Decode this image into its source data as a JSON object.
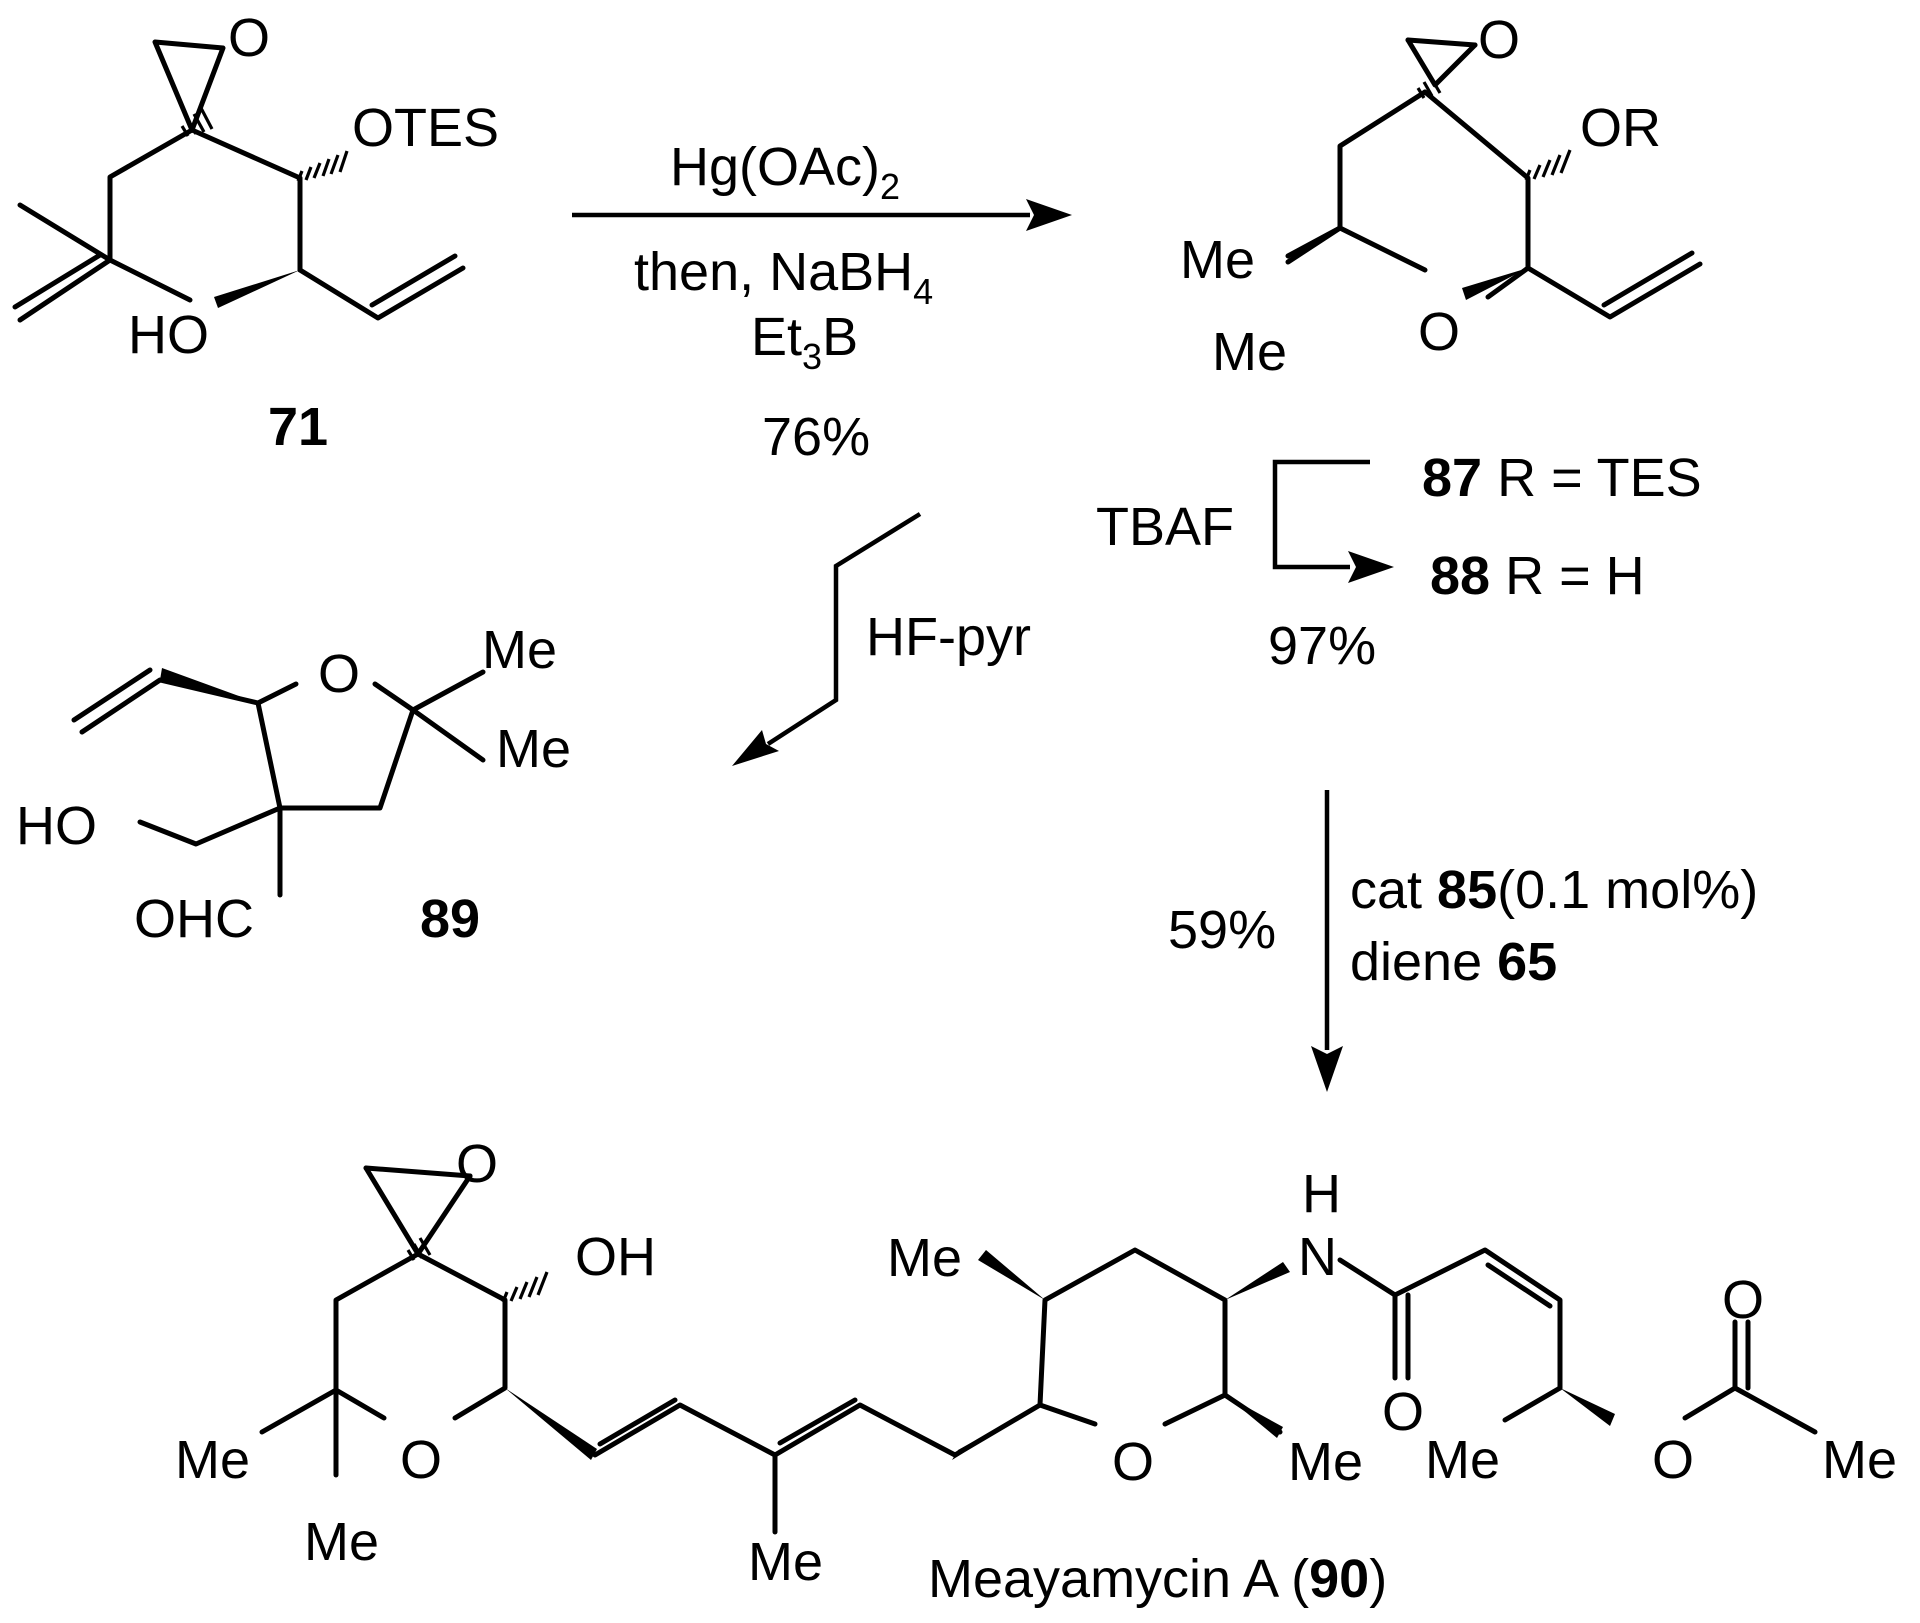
{
  "compounds": {
    "c71": {
      "id": "71",
      "otes": "OTES",
      "ho": "HO",
      "epoxide_o": "O"
    },
    "c87": {
      "or": "OR",
      "me1": "Me",
      "me2": "Me",
      "ring_o": "O",
      "epoxide_o": "O"
    },
    "c87_88_labels": {
      "c87_id": "87",
      "c87_def": "R = TES",
      "c88_id": "88",
      "c88_def": "R = H"
    },
    "c89": {
      "id": "89",
      "ring_o": "O",
      "me1": "Me",
      "me2": "Me",
      "ho": "HO",
      "ohc": "OHC"
    },
    "c90": {
      "name": "Meayamycin A (",
      "id": "90",
      "close": ")",
      "oh": "OH",
      "me_gem1": "Me",
      "me_gem2": "Me",
      "ring_o1": "O",
      "epoxide_o": "O",
      "me_chain": "Me",
      "me_ring": "Me",
      "ring_o2": "O",
      "me_ring2": "Me",
      "nh_h": "H",
      "nh_n": "N",
      "amide_o": "O",
      "me_ac": "Me",
      "ester_o": "O",
      "carbonyl_o": "O",
      "me_acyl": "Me"
    }
  },
  "reactions": {
    "r1": {
      "reagent_top": "Hg(OAc)",
      "reagent_top_sub": "2",
      "reagent_mid": "then, NaBH",
      "reagent_mid_sub": "4",
      "reagent_bot": "Et",
      "reagent_bot_sub": "3",
      "reagent_bot_tail": "B",
      "yield": "76%"
    },
    "r2": {
      "reagent": "TBAF",
      "yield": "97%"
    },
    "r3": {
      "reagent": "HF-pyr"
    },
    "r4": {
      "cat_prefix": "cat ",
      "cat_id": "85",
      "cat_load": "(0.1 mol%)",
      "diene_prefix": "diene ",
      "diene_id": "65",
      "yield": "59%"
    }
  }
}
